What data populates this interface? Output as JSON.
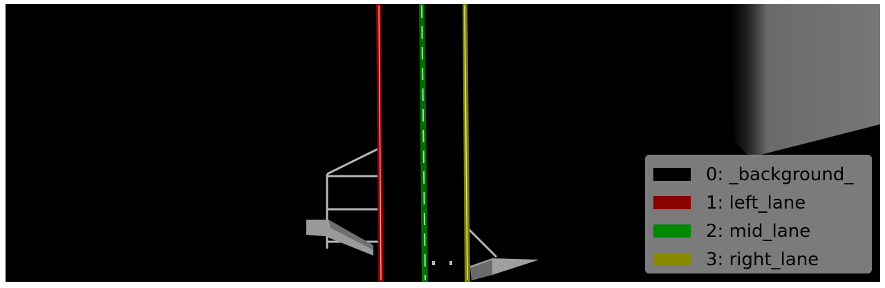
{
  "legend": {
    "items": [
      {
        "label": "0: _background_",
        "color": "#000000"
      },
      {
        "label": "1: left_lane",
        "color": "#8b0000"
      },
      {
        "label": "2: mid_lane",
        "color": "#008800"
      },
      {
        "label": "3: right_lane",
        "color": "#888800"
      }
    ]
  },
  "scene": {
    "background_color": "#000000",
    "frame_color": "#ffffff",
    "structure_color": "#c8c8c8"
  }
}
